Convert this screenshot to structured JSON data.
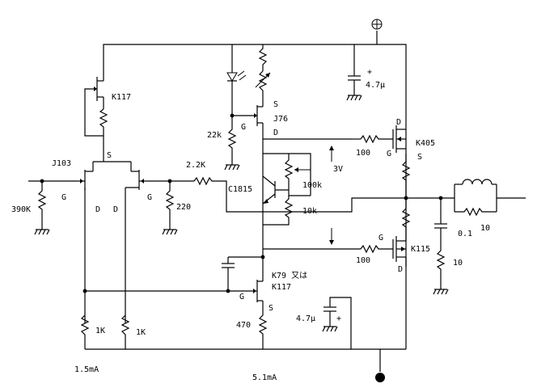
{
  "labels": {
    "k117_top": "K117",
    "j103": "J103",
    "j103_s": "S",
    "j103_g_left": "G",
    "j103_g_right": "G",
    "j103_d_left": "D",
    "j103_d_right": "D",
    "r_390k": "390K",
    "r_2_2k": "2.2K",
    "r_220": "220",
    "r_22k": "22k",
    "j76": "J76",
    "j76_s": "S",
    "j76_g": "G",
    "j76_d": "D",
    "c1815": "C1815",
    "r_100k": "100k",
    "r_10k": "10k",
    "v_3v": "3V",
    "c_47u_top": "4.7μ",
    "c_47u_top_plus": "+",
    "k405": "K405",
    "k405_d": "D",
    "k405_g": "G",
    "k405_s": "S",
    "r_100_top": "100",
    "r_100_bot": "100",
    "k115": "K115",
    "k115_g": "G",
    "k115_d": "D",
    "k79": "K79 又は",
    "k117_bot": "K117",
    "k79_g": "G",
    "k79_s": "S",
    "r_470": "470",
    "c_47u_bot": "4.7μ",
    "c_47u_bot_plus": "+",
    "r_1k_left": "1K",
    "r_1k_right": "1K",
    "i_15ma": "1.5mA",
    "i_51ma": "5.1mA",
    "c_01": "0.1",
    "r_10_out": "10",
    "r_10_zobel": "10"
  }
}
